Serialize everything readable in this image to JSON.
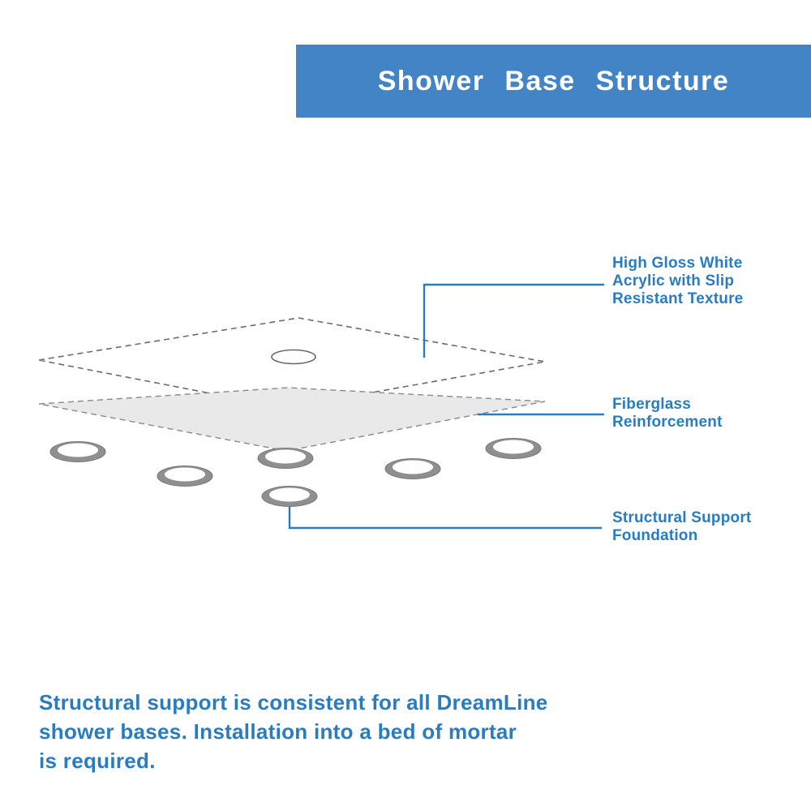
{
  "header": {
    "title": "Shower Base Structure"
  },
  "diagram": {
    "labels": {
      "acrylic": {
        "lines": [
          "High Gloss White",
          "Acrylic with Slip",
          "Resistant Texture"
        ]
      },
      "fiberglass": {
        "lines": [
          "Fiberglass",
          "Reinforcement"
        ]
      },
      "foundation": {
        "lines": [
          "Structural Support",
          "Foundation"
        ]
      }
    },
    "parts": [
      "acrylic-top-layer",
      "drain-hole",
      "fiberglass-layer",
      "support-rings"
    ]
  },
  "footer": {
    "lines": [
      "Structural support is consistent for all DreamLine",
      "shower bases. Installation into a bed of mortar",
      "is required."
    ],
    "text": "Structural support is consistent for all DreamLine shower bases. Installation into a bed of mortar is required."
  },
  "colors": {
    "banner_blue": "#4384c6",
    "label_blue": "#2a7cc0",
    "layer_gray": "#e9e9e9",
    "ring_gray": "#8f8f8f",
    "outline_gray": "#6b6b6b"
  }
}
